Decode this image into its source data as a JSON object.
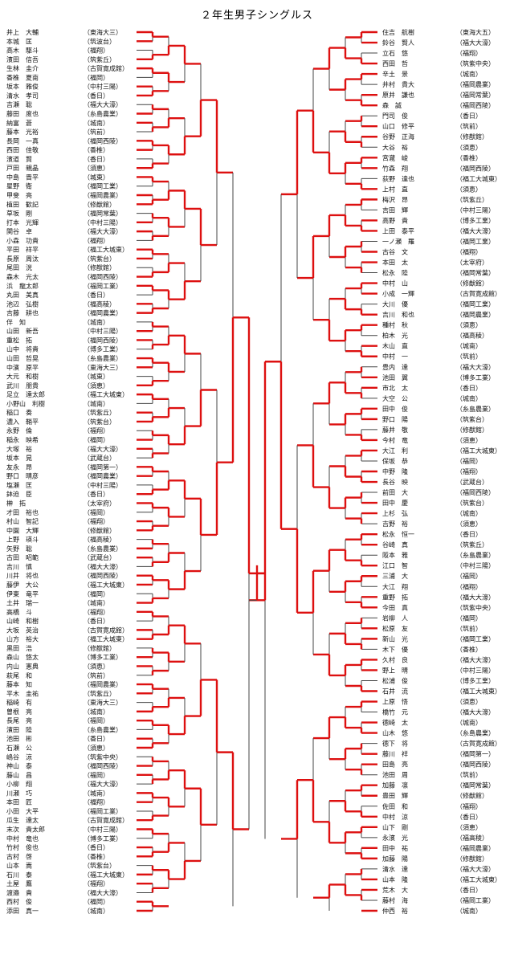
{
  "page": {
    "title": "２年生男子シングルス"
  },
  "tournament": {
    "left": [
      {
        "name": "井上　大輔",
        "school": "東海大三"
      },
      {
        "name": "本城　匡",
        "school": "筑波台"
      },
      {
        "name": "高木　駆斗",
        "school": "福翔"
      },
      {
        "name": "濱田　信吾",
        "school": "筑紫丘"
      },
      {
        "name": "生林　圭介",
        "school": "古賀寛成館"
      },
      {
        "name": "香椎　夏南",
        "school": "福岡"
      },
      {
        "name": "坂本　雅俊",
        "school": "中村三陽"
      },
      {
        "name": "清水　孝司",
        "school": "香日"
      },
      {
        "name": "吉瀬　聡",
        "school": "福大大濠"
      },
      {
        "name": "藤田　度也",
        "school": "糸島農業"
      },
      {
        "name": "納富　蒼",
        "school": "城南"
      },
      {
        "name": "藤本　光裕",
        "school": "筑前"
      },
      {
        "name": "長岡　一真",
        "school": "福岡西陵"
      },
      {
        "name": "西田　佳敬",
        "school": "香椎"
      },
      {
        "name": "濱道　賢",
        "school": "香日"
      },
      {
        "name": "戸田　親晶",
        "school": "須恵"
      },
      {
        "name": "中島　晋平",
        "school": "城東"
      },
      {
        "name": "星野　衛",
        "school": "福岡工業"
      },
      {
        "name": "甲斐　亮",
        "school": "福岡農業"
      },
      {
        "name": "植田　歓記",
        "school": "修猷館"
      },
      {
        "name": "草坂　剛",
        "school": "福岡常葉"
      },
      {
        "name": "打本　光輝",
        "school": "中村三陽"
      },
      {
        "name": "関谷　卓",
        "school": "福大大濠"
      },
      {
        "name": "小森　功貴",
        "school": "福翔"
      },
      {
        "name": "平田　祥平",
        "school": "福工大城東"
      },
      {
        "name": "長原　周汰",
        "school": "筑紫台"
      },
      {
        "name": "尾田　洸",
        "school": "修猷館"
      },
      {
        "name": "森木　光太",
        "school": "福岡西陵"
      },
      {
        "name": "浜　龍太郎",
        "school": "福岡工業"
      },
      {
        "name": "丸田　美真",
        "school": "香日"
      },
      {
        "name": "池辺　弘樹",
        "school": "福高稜"
      },
      {
        "name": "吉藤　耕也",
        "school": "福岡農業"
      },
      {
        "name": "伴　知",
        "school": "城南"
      },
      {
        "name": "山田　新吾",
        "school": "中村三陽"
      },
      {
        "name": "重松　拓",
        "school": "福岡西陵"
      },
      {
        "name": "山中　将貴",
        "school": "博多工業"
      },
      {
        "name": "山田　哲晃",
        "school": "糸島農業"
      },
      {
        "name": "中濱　原平",
        "school": "東海大三"
      },
      {
        "name": "大元　和樹",
        "school": "城東"
      },
      {
        "name": "武川　朋貴",
        "school": "須恵"
      },
      {
        "name": "足立　達太郎",
        "school": "福工大城東"
      },
      {
        "name": "小野山　利樹",
        "school": "城南"
      },
      {
        "name": "稲口　奏",
        "school": "筑紫丘"
      },
      {
        "name": "濃入　鞘平",
        "school": "筑紫台"
      },
      {
        "name": "永野　倫",
        "school": "福翔"
      },
      {
        "name": "稲永　映希",
        "school": "福岡"
      },
      {
        "name": "大塚　裕",
        "school": "福大大濠"
      },
      {
        "name": "坂本　晃",
        "school": "武蔵台"
      },
      {
        "name": "友永　昂",
        "school": "福岡第一"
      },
      {
        "name": "野口　晴彦",
        "school": "福岡農業"
      },
      {
        "name": "塩瀬　匡",
        "school": "中村三陽"
      },
      {
        "name": "鉢迫　臣",
        "school": "香日"
      },
      {
        "name": "榊　拓",
        "school": "太宰府"
      },
      {
        "name": "才田　裕也",
        "school": "福岡"
      },
      {
        "name": "村山　智記",
        "school": "福翔"
      },
      {
        "name": "中園　大輝",
        "school": "修猷館"
      },
      {
        "name": "上野　瑛斗",
        "school": "福高稜"
      },
      {
        "name": "矢野　聡",
        "school": "糸島農業"
      },
      {
        "name": "古田　昭範",
        "school": "武蔵台"
      },
      {
        "name": "吉川　慎",
        "school": "福大大濠"
      },
      {
        "name": "川井　将也",
        "school": "福岡西陵"
      },
      {
        "name": "藤伊　大公",
        "school": "福工大城東"
      },
      {
        "name": "伊東　竜平",
        "school": "福岡"
      },
      {
        "name": "土井　瑞一",
        "school": "城南"
      },
      {
        "name": "高橋　斗",
        "school": "福翔"
      },
      {
        "name": "山崎　和樹",
        "school": "香日"
      },
      {
        "name": "大坂　英治",
        "school": "古賀寛成館"
      },
      {
        "name": "山方　裕大",
        "school": "福工大城東"
      },
      {
        "name": "黒田　浩",
        "school": "修猷館"
      },
      {
        "name": "森山　悠太",
        "school": "博多工業"
      },
      {
        "name": "内山　憲典",
        "school": "須恵"
      },
      {
        "name": "萩尾　和",
        "school": "筑前"
      },
      {
        "name": "藤本　知",
        "school": "福岡農業"
      },
      {
        "name": "平木　圭祐",
        "school": "筑紫丘"
      },
      {
        "name": "稲崎　有",
        "school": "東海大三"
      },
      {
        "name": "曽根　亮",
        "school": "城南"
      },
      {
        "name": "長尾　亮",
        "school": "福岡"
      },
      {
        "name": "濱田　陸",
        "school": "糸島農業"
      },
      {
        "name": "池田　彬",
        "school": "香日"
      },
      {
        "name": "石瀬　公",
        "school": "須恵"
      },
      {
        "name": "嶋谷　涼",
        "school": "筑紫中央"
      },
      {
        "name": "神山　泰",
        "school": "福岡西陵"
      },
      {
        "name": "藤山　昌",
        "school": "福岡"
      },
      {
        "name": "小柳　翔",
        "school": "福大大濠"
      },
      {
        "name": "川瀬　巧",
        "school": "城南"
      },
      {
        "name": "本田　匠",
        "school": "福翔"
      },
      {
        "name": "小田　大平",
        "school": "福岡工業"
      },
      {
        "name": "瓜生　達太",
        "school": "古賀寛成館"
      },
      {
        "name": "末次　貴太郎",
        "school": "中村三陽"
      },
      {
        "name": "中村　竜也",
        "school": "博多工業"
      },
      {
        "name": "竹村　俊也",
        "school": "香日"
      },
      {
        "name": "古村　啓",
        "school": "香椎"
      },
      {
        "name": "山本　嵩",
        "school": "筑紫台"
      },
      {
        "name": "石川　泰",
        "school": "福工大城東"
      },
      {
        "name": "土屋　鷹",
        "school": "福翔"
      },
      {
        "name": "渡邉　貴",
        "school": "福大大濠"
      },
      {
        "name": "西村　俊",
        "school": "福岡"
      },
      {
        "name": "添田　真一",
        "school": "城南"
      }
    ],
    "right": [
      {
        "name": "住吉　航樹",
        "school": "東海大五"
      },
      {
        "name": "鈴谷　賢人",
        "school": "福大大濠"
      },
      {
        "name": "立石　悠",
        "school": "福翔"
      },
      {
        "name": "西田　哲",
        "school": "筑紫中央"
      },
      {
        "name": "辛土　景",
        "school": "城南"
      },
      {
        "name": "井村　貴大",
        "school": "福岡農業"
      },
      {
        "name": "原井　謙也",
        "school": "福岡常葉"
      },
      {
        "name": "森　誠",
        "school": "福岡西陵"
      },
      {
        "name": "門司　俊",
        "school": "香日"
      },
      {
        "name": "山口　修平",
        "school": "筑前"
      },
      {
        "name": "谷野　正海",
        "school": "修猷館"
      },
      {
        "name": "大谷　裕",
        "school": "須恵"
      },
      {
        "name": "宮瀧　峻",
        "school": "香椎"
      },
      {
        "name": "竹森　翔",
        "school": "福岡西陵"
      },
      {
        "name": "荻野　達也",
        "school": "福工大城東"
      },
      {
        "name": "上村　直",
        "school": "須恵"
      },
      {
        "name": "梅沢　昂",
        "school": "筑紫丘"
      },
      {
        "name": "吉田　輝",
        "school": "中村三陽"
      },
      {
        "name": "高野　貴",
        "school": "博多工業"
      },
      {
        "name": "上田　泰平",
        "school": "福大大濠"
      },
      {
        "name": "一ノ瀬　羅",
        "school": "福岡工業"
      },
      {
        "name": "古谷　文",
        "school": "福翔"
      },
      {
        "name": "本田　太",
        "school": "太宰府"
      },
      {
        "name": "松永　陸",
        "school": "福岡常葉"
      },
      {
        "name": "中村　山",
        "school": "修猷館"
      },
      {
        "name": "小成　一輝",
        "school": "古賀寛成館"
      },
      {
        "name": "大川　優",
        "school": "福岡工業"
      },
      {
        "name": "吉川　和也",
        "school": "福岡農業"
      },
      {
        "name": "種村　秋",
        "school": "須恵"
      },
      {
        "name": "柏木　光",
        "school": "福高稜"
      },
      {
        "name": "木山　直",
        "school": "城南"
      },
      {
        "name": "中村　一",
        "school": "筑前"
      },
      {
        "name": "豊内　達",
        "school": "福大大濠"
      },
      {
        "name": "池田　翼",
        "school": "博多工業"
      },
      {
        "name": "市北　太",
        "school": "香日"
      },
      {
        "name": "大空　公",
        "school": "城南"
      },
      {
        "name": "田中　俊",
        "school": "糸島農業"
      },
      {
        "name": "野口　陽",
        "school": "筑紫台"
      },
      {
        "name": "藤井　敬",
        "school": "修猷館"
      },
      {
        "name": "今村　竜",
        "school": "須恵"
      },
      {
        "name": "大江　利",
        "school": "福工大城東"
      },
      {
        "name": "保坂　恭",
        "school": "福岡"
      },
      {
        "name": "中野　隆",
        "school": "福翔"
      },
      {
        "name": "長谷　映",
        "school": "武蔵台"
      },
      {
        "name": "前田　大",
        "school": "福岡西陵"
      },
      {
        "name": "田中　慶",
        "school": "筑紫台"
      },
      {
        "name": "上杉　弘",
        "school": "城南"
      },
      {
        "name": "吉野　裕",
        "school": "須恵"
      },
      {
        "name": "松永　恒一",
        "school": "香日"
      },
      {
        "name": "谷崎　真",
        "school": "筑紫丘"
      },
      {
        "name": "阪本　雅",
        "school": "糸島農業"
      },
      {
        "name": "江口　智",
        "school": "中村三陽"
      },
      {
        "name": "三浦　大",
        "school": "福岡"
      },
      {
        "name": "大江　翔",
        "school": "福翔"
      },
      {
        "name": "重野　拓",
        "school": "福大大濠"
      },
      {
        "name": "今田　真",
        "school": "筑紫中央"
      },
      {
        "name": "岩柳　人",
        "school": "福岡"
      },
      {
        "name": "松原　友",
        "school": "筑前"
      },
      {
        "name": "新山　光",
        "school": "福岡工業"
      },
      {
        "name": "木下　優",
        "school": "香椎"
      },
      {
        "name": "久村　良",
        "school": "福大大濠"
      },
      {
        "name": "野上　晴",
        "school": "中村三陽"
      },
      {
        "name": "松浦　俊",
        "school": "博多工業"
      },
      {
        "name": "石井　流",
        "school": "福工大城東"
      },
      {
        "name": "上原　悟",
        "school": "須恵"
      },
      {
        "name": "橋竹　元",
        "school": "福大大濠"
      },
      {
        "name": "德崎　太",
        "school": "城南"
      },
      {
        "name": "山木　悠",
        "school": "糸島農業"
      },
      {
        "name": "德下　将",
        "school": "古賀寛成館"
      },
      {
        "name": "藤川　祥",
        "school": "福岡第一"
      },
      {
        "name": "田島　亮",
        "school": "福岡西陵"
      },
      {
        "name": "池田　周",
        "school": "筑前"
      },
      {
        "name": "加藤　凛",
        "school": "福岡常葉"
      },
      {
        "name": "豊田　輝",
        "school": "修猷館"
      },
      {
        "name": "佐田　和",
        "school": "福翔"
      },
      {
        "name": "中村　涼",
        "school": "香日"
      },
      {
        "name": "山下　剛",
        "school": "須恵"
      },
      {
        "name": "永濱　光",
        "school": "福高稜"
      },
      {
        "name": "田中　祐",
        "school": "福岡農業"
      },
      {
        "name": "加藤　陽",
        "school": "修猷館"
      },
      {
        "name": "清水　達",
        "school": "福大大濠"
      },
      {
        "name": "山本　隆",
        "school": "福工大城東"
      },
      {
        "name": "荒木　大",
        "school": "香日"
      },
      {
        "name": "藤村　海",
        "school": "福岡工業"
      },
      {
        "name": "仲西　裕",
        "school": "城南"
      }
    ]
  }
}
